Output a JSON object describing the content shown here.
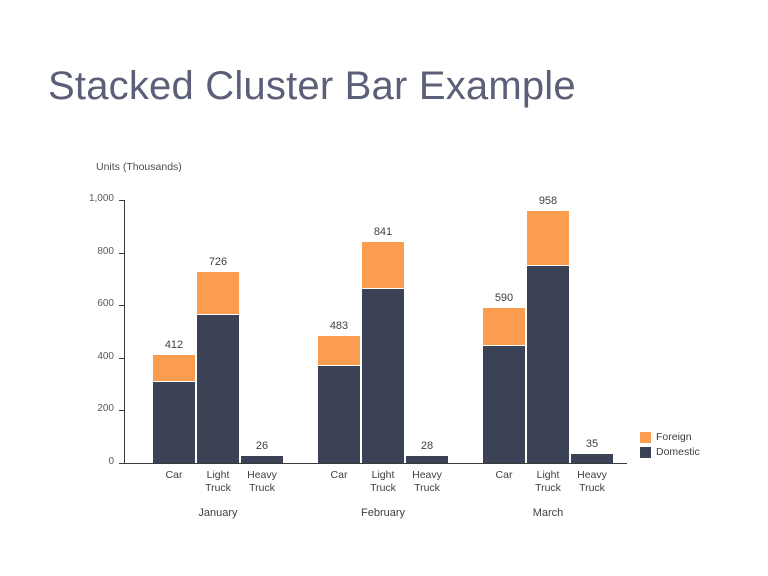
{
  "slide": {
    "title": "Stacked Cluster Bar Example",
    "background_color": "#ffffff",
    "title_color": "#5b5f77"
  },
  "chart_data": {
    "type": "bar",
    "subtype": "stacked-clustered-bar",
    "title": "Stacked Cluster Bar Example",
    "xlabel": "",
    "ylabel": "Units (Thousands)",
    "ylim": [
      0,
      1000
    ],
    "yticks": [
      0,
      200,
      400,
      600,
      800,
      1000
    ],
    "ytick_labels": [
      "0",
      "200",
      "400",
      "600",
      "800",
      "1,000"
    ],
    "grid": false,
    "legend_position": "right",
    "groups": [
      "January",
      "February",
      "March"
    ],
    "categories": [
      "Car",
      "Light Truck",
      "Heavy Truck"
    ],
    "series": [
      {
        "name": "Domestic",
        "color": "#3c4256",
        "values": [
          [
            312,
            565,
            26
          ],
          [
            372,
            665,
            28
          ],
          [
            450,
            752,
            35
          ]
        ]
      },
      {
        "name": "Foreign",
        "color": "#fb9d4f",
        "values": [
          [
            100,
            161,
            0
          ],
          [
            111,
            176,
            0
          ],
          [
            140,
            206,
            0
          ]
        ]
      }
    ],
    "totals": [
      [
        412,
        726,
        26
      ],
      [
        483,
        841,
        28
      ],
      [
        590,
        958,
        35
      ]
    ],
    "data_labels": [
      [
        "412",
        "726",
        "26"
      ],
      [
        "483",
        "841",
        "28"
      ],
      [
        "590",
        "958",
        "35"
      ]
    ]
  },
  "axis": {
    "y_title": "Units (Thousands)",
    "ticks": [
      {
        "label": "1,000"
      },
      {
        "label": "800"
      },
      {
        "label": "600"
      },
      {
        "label": "400"
      },
      {
        "label": "200"
      },
      {
        "label": "0"
      }
    ]
  },
  "bars": [
    {
      "group": "January",
      "category": "Car",
      "label": "412",
      "domestic": 312,
      "foreign": 100
    },
    {
      "group": "January",
      "category": "Light Truck",
      "label": "726",
      "domestic": 565,
      "foreign": 161
    },
    {
      "group": "January",
      "category": "Heavy Truck",
      "label": "26",
      "domestic": 26,
      "foreign": 0
    },
    {
      "group": "February",
      "category": "Car",
      "label": "483",
      "domestic": 372,
      "foreign": 111
    },
    {
      "group": "February",
      "category": "Light Truck",
      "label": "841",
      "domestic": 665,
      "foreign": 176
    },
    {
      "group": "February",
      "category": "Heavy Truck",
      "label": "28",
      "domestic": 28,
      "foreign": 0
    },
    {
      "group": "March",
      "category": "Car",
      "label": "590",
      "domestic": 450,
      "foreign": 140
    },
    {
      "group": "March",
      "category": "Light Truck",
      "label": "958",
      "domestic": 752,
      "foreign": 206
    },
    {
      "group": "March",
      "category": "Heavy Truck",
      "label": "35",
      "domestic": 35,
      "foreign": 0
    }
  ],
  "category_labels": [
    {
      "line1": "Car",
      "line2": ""
    },
    {
      "line1": "Light",
      "line2": "Truck"
    },
    {
      "line1": "Heavy",
      "line2": "Truck"
    }
  ],
  "group_labels": [
    "January",
    "February",
    "March"
  ],
  "legend": {
    "items": [
      {
        "label": "Foreign",
        "color": "#fb9d4f"
      },
      {
        "label": "Domestic",
        "color": "#3c4256"
      }
    ]
  }
}
